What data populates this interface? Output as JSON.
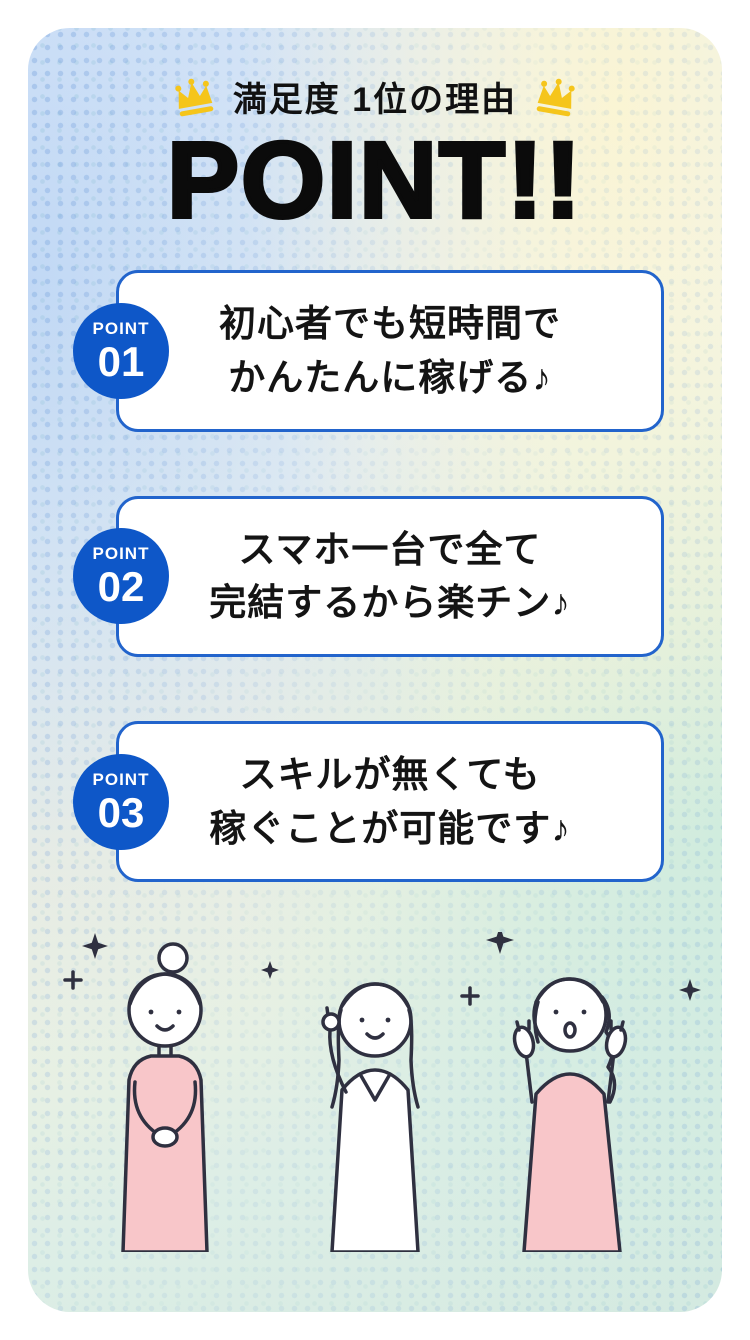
{
  "page": {
    "header_label": "満足度 1位の理由",
    "title": "POINT!!"
  },
  "points": [
    {
      "badge": "POINT",
      "number": "01",
      "line1": "初心者でも短時間で",
      "line2": "かんたんに稼げる♪"
    },
    {
      "badge": "POINT",
      "number": "02",
      "line1": "スマホ一台で全て",
      "line2": "完結するから楽チン♪"
    },
    {
      "badge": "POINT",
      "number": "03",
      "line1": "スキルが無くても",
      "line2": "稼ぐことが可能です♪"
    }
  ],
  "colors": {
    "accent_blue": "#0E57C8",
    "card_border": "#2264CC",
    "crown_gold": "#F5C51B",
    "text_dark": "#111111",
    "illustration_line": "#2F3040",
    "illustration_pink": "#F8C6C9",
    "background_blue": "#DCE9F8",
    "background_yellow": "#FAF6DE",
    "background_mint": "#D8ECE4"
  },
  "icons": {
    "crown": "crown-icon",
    "sparkle": "sparkle-icon",
    "note": "♪"
  }
}
